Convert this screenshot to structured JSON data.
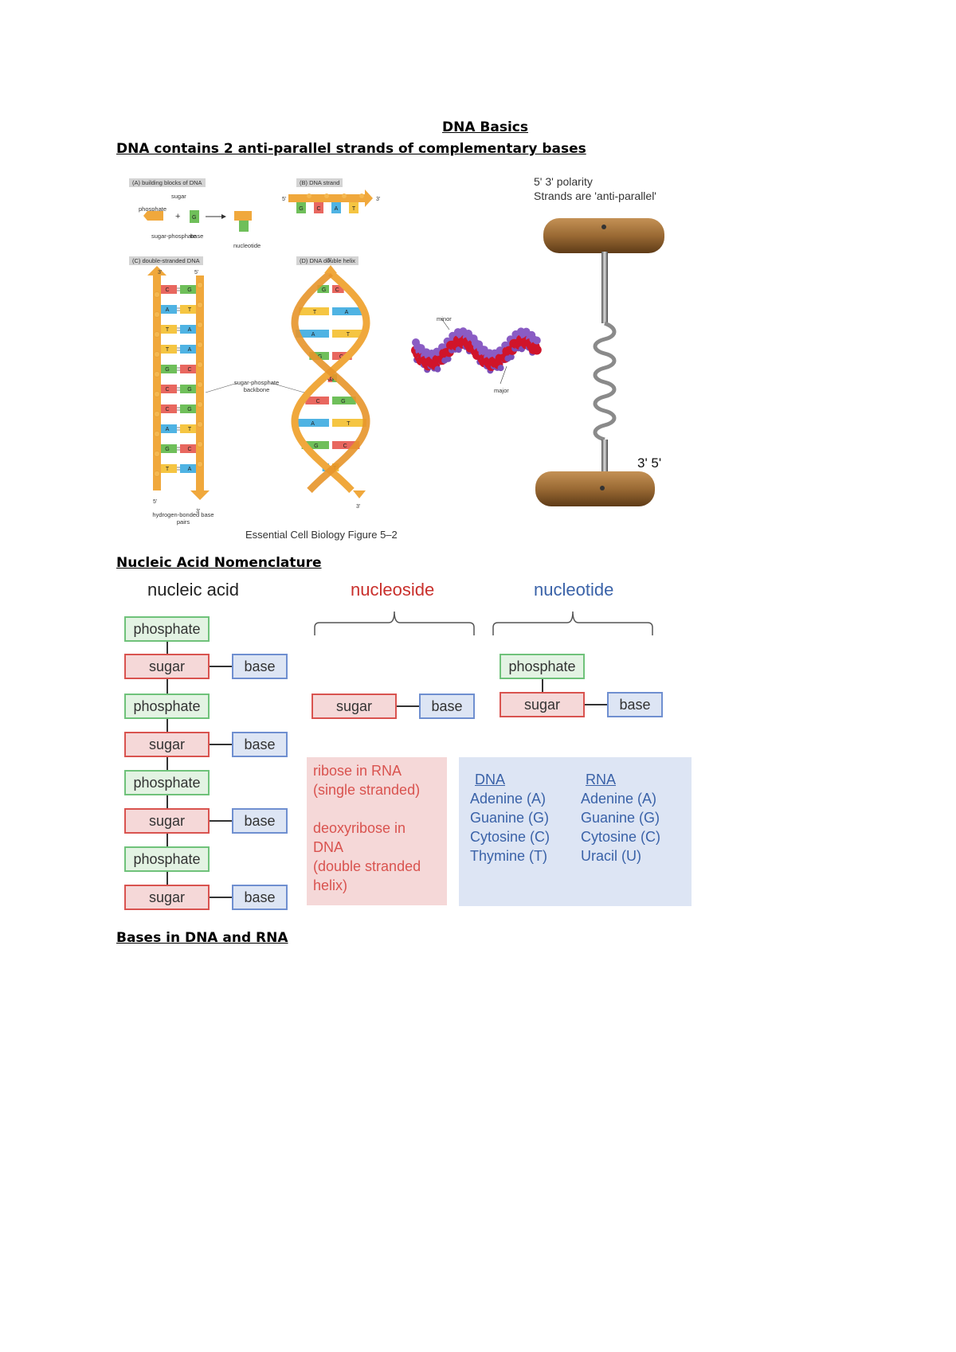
{
  "headings": {
    "title": "DNA Basics",
    "subtitle": "DNA contains 2 anti-parallel strands of complementary bases",
    "nomenclature": "Nucleic Acid Nomenclature",
    "bases": "Bases in DNA and RNA"
  },
  "figure": {
    "caption": "Essential Cell Biology Figure 5–2",
    "panel_a": "(A)  building blocks of DNA",
    "panel_b": "(B)  DNA strand",
    "panel_c": "(C)  double-stranded DNA",
    "panel_d": "(D)  DNA double helix",
    "label_sugar": "sugar",
    "label_phosphate": "phosphate",
    "label_sugar_phosphate": "sugar-phosphate",
    "label_base": "base",
    "label_nucleotide": "nucleotide",
    "label_backbone": "sugar-phosphate backbone",
    "label_hbonded": "hydrogen-bonded base pairs",
    "label_minor": "minor",
    "label_major": "major",
    "end_5": "5'",
    "end_3": "3'",
    "strand_b_bases": [
      "G",
      "C",
      "A",
      "T"
    ],
    "ladder_left": [
      "C",
      "A",
      "T",
      "T",
      "G",
      "C",
      "C",
      "A",
      "G",
      "T"
    ],
    "ladder_right": [
      "G",
      "T",
      "A",
      "A",
      "C",
      "G",
      "G",
      "T",
      "C",
      "A"
    ],
    "helix_pairs": [
      [
        "G",
        "C"
      ],
      [
        "T",
        "A"
      ],
      [
        "A",
        "T"
      ],
      [
        "G",
        "C"
      ],
      [
        "C",
        "G"
      ],
      [
        "C",
        "G"
      ],
      [
        "A",
        "T"
      ],
      [
        "G",
        "C"
      ],
      [
        "A",
        "T"
      ]
    ]
  },
  "corkscrew": {
    "polarity": "5'   3' polarity",
    "strands_note": "Strands are 'anti-parallel'",
    "bottom_label": "3'  5'"
  },
  "nomenclature": {
    "col_nucleic_acid": "nucleic acid",
    "col_nucleoside": "nucleoside",
    "col_nucleotide": "nucleotide",
    "phosphate": "phosphate",
    "sugar": "sugar",
    "base": "base",
    "sugar_note": {
      "line1": "ribose in RNA",
      "line2": "(single stranded)",
      "line3": "deoxyribose in",
      "line4": "DNA",
      "line5": "(double stranded",
      "line6": "helix)"
    },
    "bases_table": {
      "dna_header": "DNA",
      "rna_header": "RNA",
      "dna": [
        "Adenine  (A)",
        "Guanine (G)",
        "Cytosine (C)",
        "Thymine (T)"
      ],
      "rna": [
        "Adenine  (A)",
        "Guanine (G)",
        "Cytosine (C)",
        "Uracil     (U)"
      ]
    }
  },
  "colors": {
    "phosphate_green": "#6fc27a",
    "sugar_red": "#d9534f",
    "base_blue": "#6f8fd0",
    "backbone_orange": "#f0a83c",
    "nucleoside_title": "#c9302c",
    "nucleotide_title": "#3a62a8"
  }
}
